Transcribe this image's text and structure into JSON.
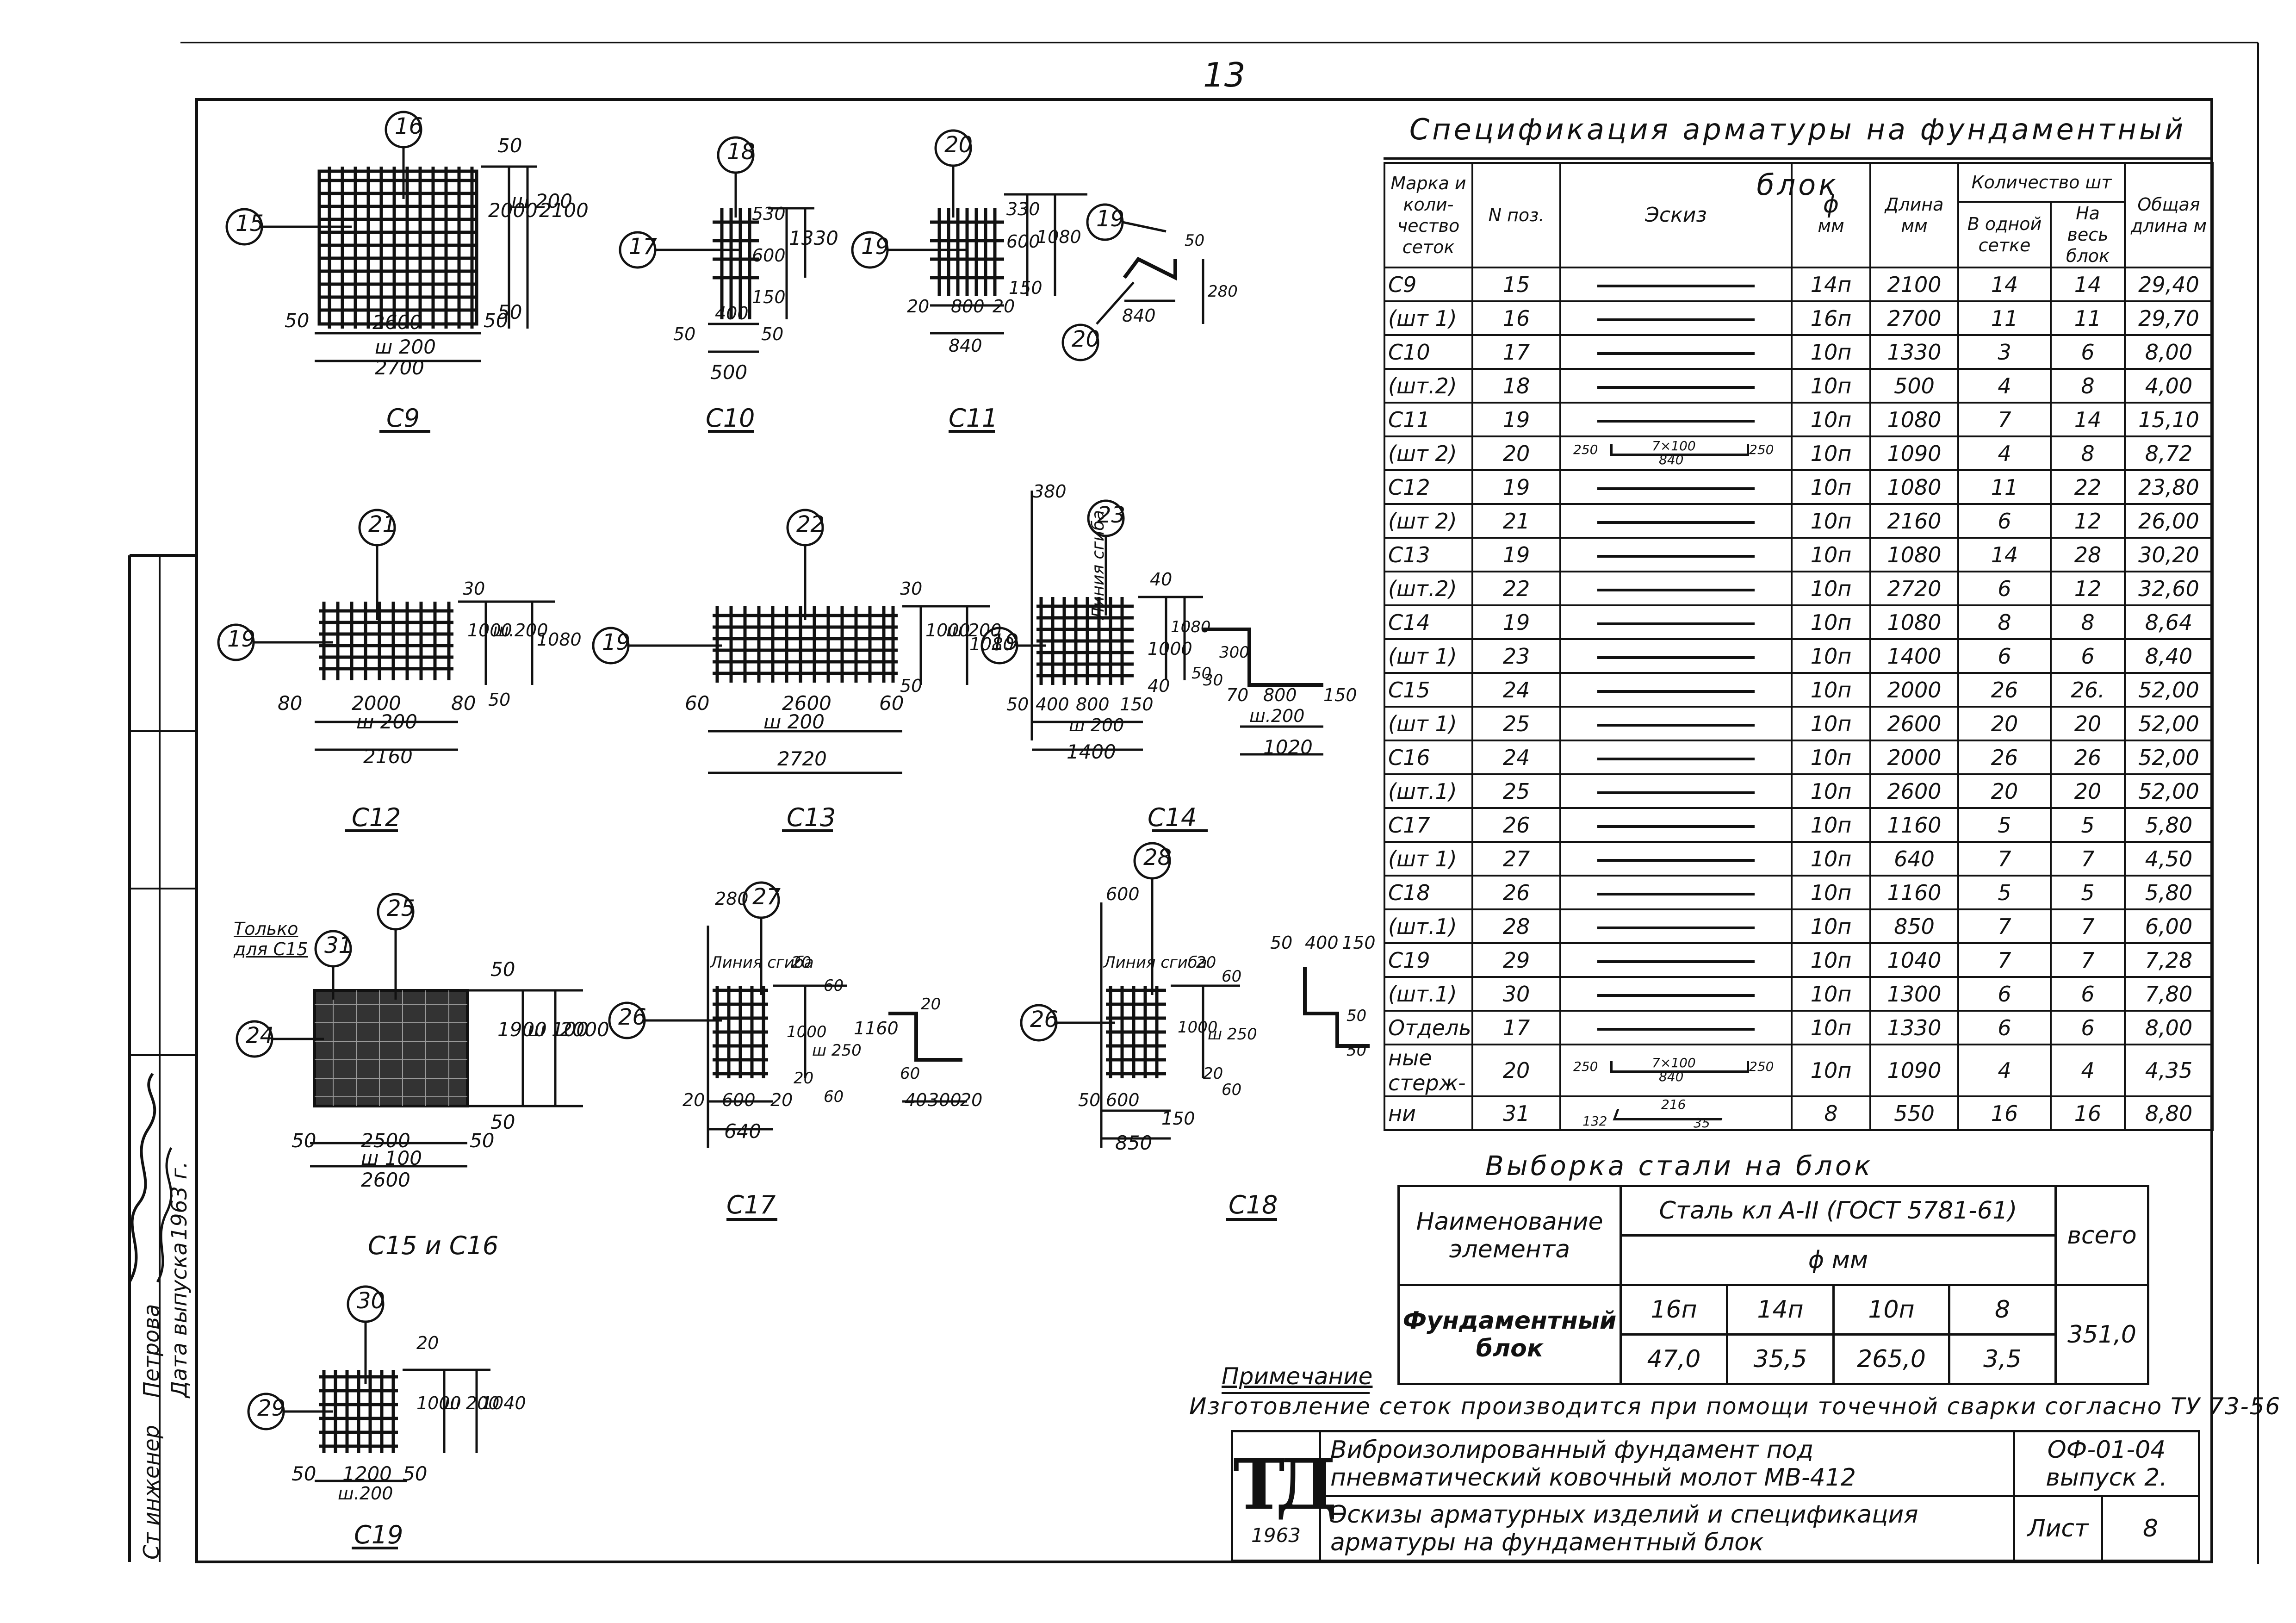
{
  "page_number": "13",
  "spec": {
    "title": "Спецификация арматуры на фундаментный блок",
    "headers": {
      "mark": "Марка и коли-чество сеток",
      "pos": "N поз.",
      "sketch": "Эскиз",
      "dia": "ϕ",
      "dia_unit": "мм",
      "length": "Длина",
      "length_unit": "мм",
      "qty": "Количество шт",
      "qty_mesh": "В одной сетке",
      "qty_block": "На весь блок",
      "total": "Общая длина м"
    },
    "rows": [
      {
        "mark": "C9",
        "pos": "15",
        "dia": "14п",
        "len": "2100",
        "one": "14",
        "all": "14",
        "total": "29,40",
        "sketch": "line"
      },
      {
        "mark": "(шт 1)",
        "pos": "16",
        "dia": "16п",
        "len": "2700",
        "one": "11",
        "all": "11",
        "total": "29,70",
        "sketch": "line"
      },
      {
        "mark": "C10",
        "pos": "17",
        "dia": "10п",
        "len": "1330",
        "one": "3",
        "all": "6",
        "total": "8,00",
        "sketch": "line"
      },
      {
        "mark": "(шт.2)",
        "pos": "18",
        "dia": "10п",
        "len": "500",
        "one": "4",
        "all": "8",
        "total": "4,00",
        "sketch": "line"
      },
      {
        "mark": "C11",
        "pos": "19",
        "dia": "10п",
        "len": "1080",
        "one": "7",
        "all": "14",
        "total": "15,10",
        "sketch": "line"
      },
      {
        "mark": "(шт 2)",
        "pos": "20",
        "dia": "10п",
        "len": "1090",
        "one": "4",
        "all": "8",
        "total": "8,72",
        "sketch": "bent",
        "bent_l": "250",
        "bent_mid": "7×100",
        "bent_sub": "840",
        "bent_r": "250"
      },
      {
        "mark": "C12",
        "pos": "19",
        "dia": "10п",
        "len": "1080",
        "one": "11",
        "all": "22",
        "total": "23,80",
        "sketch": "line"
      },
      {
        "mark": "(шт 2)",
        "pos": "21",
        "dia": "10п",
        "len": "2160",
        "one": "6",
        "all": "12",
        "total": "26,00",
        "sketch": "line"
      },
      {
        "mark": "C13",
        "pos": "19",
        "dia": "10п",
        "len": "1080",
        "one": "14",
        "all": "28",
        "total": "30,20",
        "sketch": "line"
      },
      {
        "mark": "(шт.2)",
        "pos": "22",
        "dia": "10п",
        "len": "2720",
        "one": "6",
        "all": "12",
        "total": "32,60",
        "sketch": "line"
      },
      {
        "mark": "C14",
        "pos": "19",
        "dia": "10п",
        "len": "1080",
        "one": "8",
        "all": "8",
        "total": "8,64",
        "sketch": "line"
      },
      {
        "mark": "(шт 1)",
        "pos": "23",
        "dia": "10п",
        "len": "1400",
        "one": "6",
        "all": "6",
        "total": "8,40",
        "sketch": "line"
      },
      {
        "mark": "C15",
        "pos": "24",
        "dia": "10п",
        "len": "2000",
        "one": "26",
        "all": "26.",
        "total": "52,00",
        "sketch": "line"
      },
      {
        "mark": "(шт 1)",
        "pos": "25",
        "dia": "10п",
        "len": "2600",
        "one": "20",
        "all": "20",
        "total": "52,00",
        "sketch": "line"
      },
      {
        "mark": "C16",
        "pos": "24",
        "dia": "10п",
        "len": "2000",
        "one": "26",
        "all": "26",
        "total": "52,00",
        "sketch": "line"
      },
      {
        "mark": "(шт.1)",
        "pos": "25",
        "dia": "10п",
        "len": "2600",
        "one": "20",
        "all": "20",
        "total": "52,00",
        "sketch": "line"
      },
      {
        "mark": "C17",
        "pos": "26",
        "dia": "10п",
        "len": "1160",
        "one": "5",
        "all": "5",
        "total": "5,80",
        "sketch": "line"
      },
      {
        "mark": "(шт 1)",
        "pos": "27",
        "dia": "10п",
        "len": "640",
        "one": "7",
        "all": "7",
        "total": "4,50",
        "sketch": "line"
      },
      {
        "mark": "C18",
        "pos": "26",
        "dia": "10п",
        "len": "1160",
        "one": "5",
        "all": "5",
        "total": "5,80",
        "sketch": "line"
      },
      {
        "mark": "(шт.1)",
        "pos": "28",
        "dia": "10п",
        "len": "850",
        "one": "7",
        "all": "7",
        "total": "6,00",
        "sketch": "line"
      },
      {
        "mark": "C19",
        "pos": "29",
        "dia": "10п",
        "len": "1040",
        "one": "7",
        "all": "7",
        "total": "7,28",
        "sketch": "line"
      },
      {
        "mark": "(шт.1)",
        "pos": "30",
        "dia": "10п",
        "len": "1300",
        "one": "6",
        "all": "6",
        "total": "7,80",
        "sketch": "line"
      },
      {
        "mark": "Отдель-",
        "pos": "17",
        "dia": "10п",
        "len": "1330",
        "one": "6",
        "all": "6",
        "total": "8,00",
        "sketch": "line"
      },
      {
        "mark": "ные стерж-",
        "pos": "20",
        "dia": "10п",
        "len": "1090",
        "one": "4",
        "all": "4",
        "total": "4,35",
        "sketch": "bent",
        "bent_l": "250",
        "bent_mid": "7×100",
        "bent_sub": "840",
        "bent_r": "250"
      },
      {
        "mark": "ни",
        "pos": "31",
        "dia": "8",
        "len": "550",
        "one": "16",
        "all": "16",
        "total": "8,80",
        "sketch": "hook",
        "hook_a": "132",
        "hook_b": "216",
        "hook_c": "35"
      }
    ]
  },
  "steel": {
    "caption": "Выборка стали на блок",
    "name_header": "Наименование элемента",
    "steel_header": "Сталь кл А-II (ГОСТ 5781-61)",
    "dia_header": "ϕ мм",
    "total_header": "всего",
    "element": "Фундаментный блок",
    "diameters": [
      "16п",
      "14п",
      "10п",
      "8"
    ],
    "weights": [
      "47,0",
      "35,5",
      "265,0",
      "3,5"
    ],
    "total": "351,0"
  },
  "note": {
    "head": "Примечание",
    "text": "Изготовление сеток производится при помощи точечной сварки согласно ТУ 73-56"
  },
  "titleblock": {
    "logo": "ТД",
    "year": "1963",
    "title1": "Виброизолированный фундамент под пневматический ковочный молот МВ-412",
    "title2": "Эскизы арматурных изделий и спецификация арматуры на фундаментный блок",
    "code": "ОФ-01-04",
    "issue": "выпуск 2.",
    "sheet_label": "Лист",
    "sheet": "8"
  },
  "stamp": {
    "role1": "Ст инженер",
    "name1": "Петрова",
    "role2": "Дата выпуска",
    "date": "1963 г."
  },
  "sketches": {
    "c9": {
      "label": "С9",
      "pos_top": "16",
      "pos_left": "15",
      "dims": [
        "50",
        "2000",
        "ш 200",
        "2100",
        "50",
        "50",
        "2600",
        "50",
        "ш 200",
        "2700"
      ]
    },
    "c10": {
      "label": "С10",
      "pos_top": "18",
      "pos_left": "17",
      "dims": [
        "1330",
        "500",
        "530",
        "600",
        "150",
        "50",
        "400",
        "50",
        "500"
      ]
    },
    "c11": {
      "label": "С11",
      "pos_top": "20",
      "pos_left": "19",
      "pos_bent_a": "19",
      "pos_bent_b": "20",
      "dims": [
        "600",
        "330",
        "1080",
        "20",
        "800",
        "20",
        "150",
        "840",
        "840",
        "280",
        "50"
      ]
    },
    "c12": {
      "label": "С12",
      "pos_top": "21",
      "pos_left": "19",
      "dims": [
        "30",
        "1000",
        "ш.200",
        "1080",
        "80",
        "2000",
        "80",
        "ш 200",
        "50",
        "2160"
      ]
    },
    "c13": {
      "label": "С13",
      "pos_top": "22",
      "pos_left": "19",
      "dims": [
        "30",
        "1000",
        "ш 200",
        "1080",
        "60",
        "2600",
        "60",
        "ш 200",
        "50",
        "2720"
      ]
    },
    "c14": {
      "label": "С14",
      "pos_top": "23",
      "pos_left": "19",
      "bend_note": "Линия сгиба",
      "dims": [
        "380",
        "40",
        "1000",
        "40",
        "1080",
        "30",
        "300",
        "50",
        "50",
        "400",
        "800",
        "150",
        "ш 200",
        "1400",
        "70",
        "800",
        "150",
        "ш.200",
        "1020"
      ]
    },
    "c15": {
      "label": "С15 и С16",
      "pos_top": "25",
      "pos_left": "24",
      "pos_only": "31",
      "only_note": "Только для С15",
      "dims": [
        "50",
        "1900",
        "ш 100",
        "2000",
        "50",
        "50",
        "2500",
        "50",
        "ш 100",
        "2600"
      ]
    },
    "c17": {
      "label": "С17",
      "pos_top": "27",
      "pos_left": "26",
      "bend_note": "Линия сгиба",
      "dims": [
        "280",
        "20",
        "60",
        "1000",
        "ш 250",
        "20",
        "1160",
        "20",
        "60",
        "20",
        "600",
        "20",
        "640",
        "60",
        "40",
        "300",
        "20"
      ]
    },
    "c18": {
      "label": "С18",
      "pos_top": "28",
      "pos_left": "26",
      "bend_note": "Линия сгиба",
      "dims": [
        "600",
        "20",
        "60",
        "1000",
        "ш 250",
        "20",
        "60",
        "50",
        "600",
        "150",
        "850",
        "50",
        "400",
        "150",
        "50",
        "50"
      ]
    },
    "c19": {
      "label": "С19",
      "pos_top": "30",
      "pos_left": "29",
      "dims": [
        "20",
        "1000",
        "ш 200",
        "1040",
        "50",
        "1200",
        "50",
        "ш.200"
      ]
    }
  }
}
